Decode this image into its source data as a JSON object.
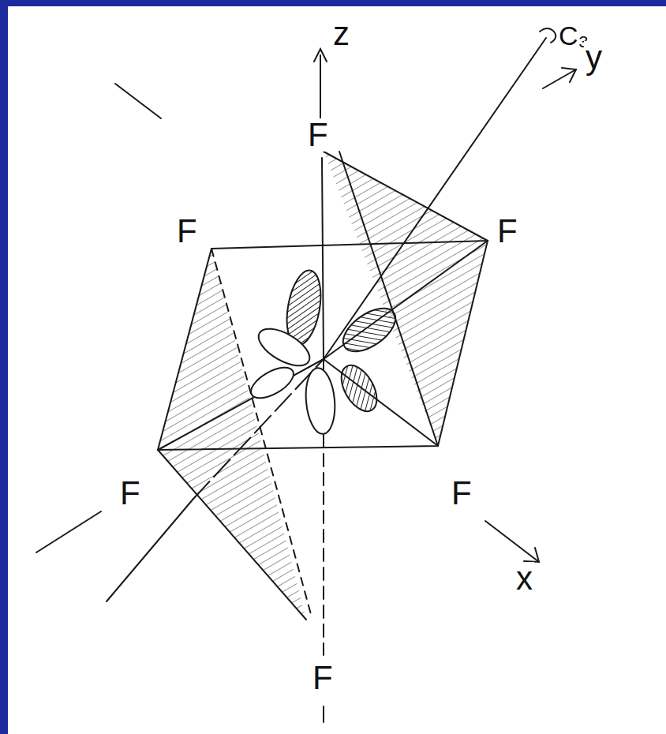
{
  "diagram": {
    "labels": [
      "z",
      "F",
      "C₃",
      "y",
      "F",
      "F",
      "F",
      "F",
      "x",
      "F"
    ]
  }
}
